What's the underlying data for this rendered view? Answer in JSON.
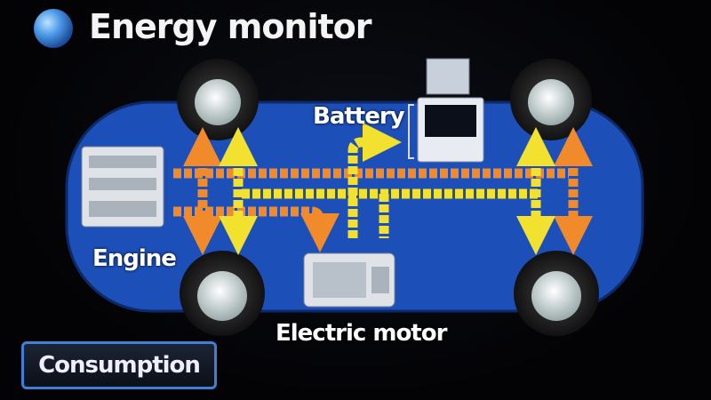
{
  "header": {
    "title": "Energy monitor",
    "icon": "globe-icon"
  },
  "diagram": {
    "labels": {
      "battery": "Battery",
      "engine": "Engine",
      "motor": "Electric motor"
    },
    "colors": {
      "body": "#1d4fb8",
      "engine_flow": "#f08a2a",
      "battery_flow": "#f2e12e"
    }
  },
  "buttons": {
    "consumption": "Consumption"
  }
}
